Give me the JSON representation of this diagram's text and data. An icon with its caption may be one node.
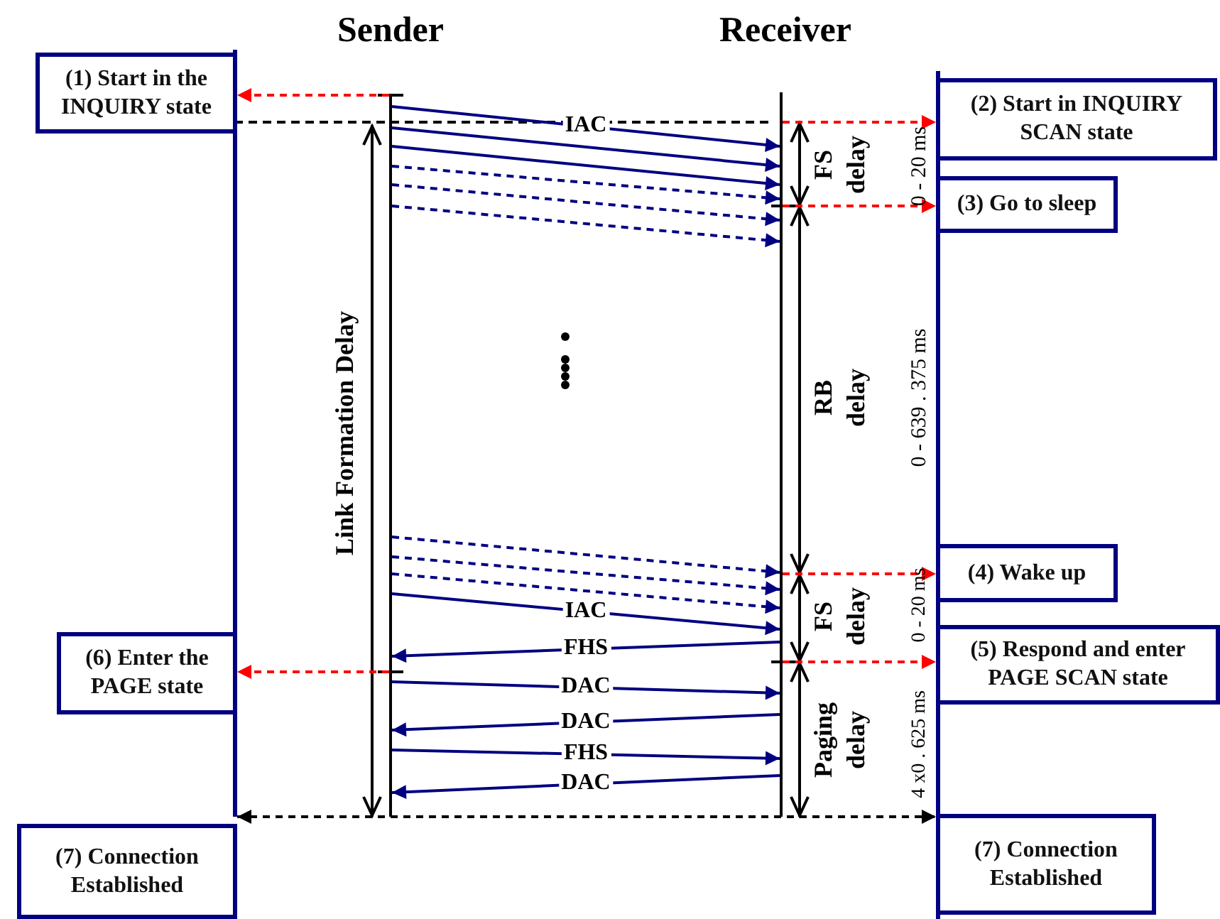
{
  "diagram": {
    "nodes": [
      {
        "text": [],
        "shape": "bar"
      },
      {
        "text": [],
        "shape": "bar"
      },
      {
        "text": [],
        "shape": "bar"
      },
      {
        "text": [],
        "shape": "bar"
      },
      {
        "text": [
          "(1) Start in the INQUIRY state"
        ]
      },
      {
        "text": [
          "(2) Start in INQUIRY SCAN state"
        ]
      },
      {
        "text": [
          "(3) Go to sleep"
        ]
      },
      {
        "text": [
          "(4) Wake up"
        ]
      },
      {
        "text": [
          "(5) Respond and enter PAGE SCAN state"
        ]
      },
      {
        "text": [
          "(6) Enter the PAGE state"
        ]
      },
      {
        "text": [
          "(7) Connection Established"
        ]
      },
      {
        "text": [
          "(7) Connection Established"
        ]
      }
    ],
    "edges": [
      {
        "from": 1,
        "to": 4,
        "arrow": "to",
        "style": "dashed",
        "color": "#ff0000"
      },
      {
        "from": 2,
        "to": 5,
        "arrow": "to",
        "style": "dashed",
        "color": "#ff0000"
      },
      {
        "from": 2,
        "to": 6,
        "arrow": "to",
        "style": "dashed",
        "color": "#ff0000"
      },
      {
        "from": 2,
        "to": 7,
        "arrow": "to",
        "style": "dashed",
        "color": "#ff0000"
      },
      {
        "from": 2,
        "to": 8,
        "arrow": "to",
        "style": "dashed",
        "color": "#ff0000"
      },
      {
        "from": 1,
        "to": 9,
        "arrow": "to",
        "style": "dashed",
        "color": "#ff0000"
      },
      {
        "from": 1,
        "to": 2,
        "arrow": "to",
        "label": "IAC"
      },
      {
        "from": 1,
        "to": 2,
        "arrow": "to"
      },
      {
        "from": 1,
        "to": 2,
        "arrow": "to"
      },
      {
        "from": 1,
        "to": 2,
        "arrow": "to",
        "style": "dashed"
      },
      {
        "from": 1,
        "to": 2,
        "arrow": "to",
        "style": "dashed"
      },
      {
        "from": 1,
        "to": 2,
        "arrow": "to",
        "style": "dashed"
      },
      {
        "from": 1,
        "to": 2,
        "arrow": "to",
        "style": "dashed"
      },
      {
        "from": 1,
        "to": 2,
        "arrow": "to",
        "style": "dashed"
      },
      {
        "from": 1,
        "to": 2,
        "arrow": "to",
        "style": "dashed"
      },
      {
        "from": 1,
        "to": 2,
        "arrow": "to",
        "label": "IAC"
      },
      {
        "from": 2,
        "to": 1,
        "arrow": "to",
        "label": "FHS"
      },
      {
        "from": 1,
        "to": 2,
        "arrow": "to",
        "label": "DAC"
      },
      {
        "from": 2,
        "to": 1,
        "arrow": "to",
        "label": "DAC"
      },
      {
        "from": 1,
        "to": 2,
        "arrow": "to",
        "label": "FHS"
      },
      {
        "from": 2,
        "to": 1,
        "arrow": "to",
        "label": "DAC"
      },
      {
        "from": 0,
        "to": 3,
        "arrow": "both",
        "style": "dashed",
        "color": "#000000"
      }
    ],
    "labels": [
      "Sender",
      "Receiver",
      "FS delay",
      "0 - 20 ms",
      "Link Formation Delay",
      "RB delay",
      "0 - 639 . 375 ms",
      "FS delay",
      "0 - 20 ms",
      "Paging delay",
      "4 x0 . 625 ms"
    ]
  }
}
